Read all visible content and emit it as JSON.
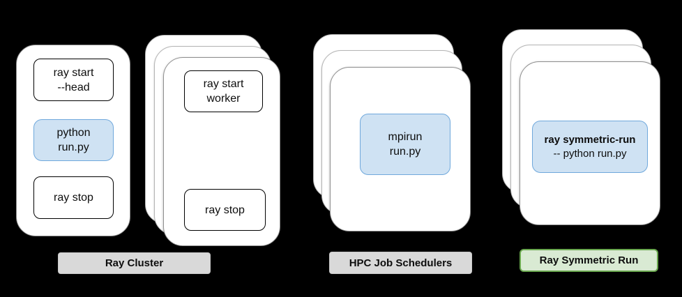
{
  "colors": {
    "background": "#000000",
    "card_fill": "#ffffff",
    "card_border": "#8f8f8f",
    "back_card_border": "#b5b5b5",
    "step_box_border": "#000000",
    "command_fill": "#cfe2f3",
    "command_border": "#6fa8dc",
    "gray_label_fill": "#d9d9d9",
    "green_label_fill": "#d9ead3",
    "green_label_border": "#6aa84f",
    "text": "#000000"
  },
  "ray_cluster": {
    "label": "Ray Cluster",
    "head_card": {
      "step1": {
        "line1": "ray start",
        "line2": "--head"
      },
      "step2": {
        "line1": "python",
        "line2": "run.py"
      },
      "step3": {
        "line1": "ray stop"
      }
    },
    "worker_card": {
      "step1": {
        "line1": "ray start",
        "line2": "worker"
      },
      "step2": {
        "line1": "ray stop"
      }
    }
  },
  "hpc": {
    "label": "HPC Job Schedulers",
    "command": {
      "line1": "mpirun",
      "line2": "run.py"
    }
  },
  "symmetric": {
    "label": "Ray Symmetric Run",
    "command": {
      "line1": "ray symmetric-run",
      "line2": "-- python run.py"
    }
  }
}
